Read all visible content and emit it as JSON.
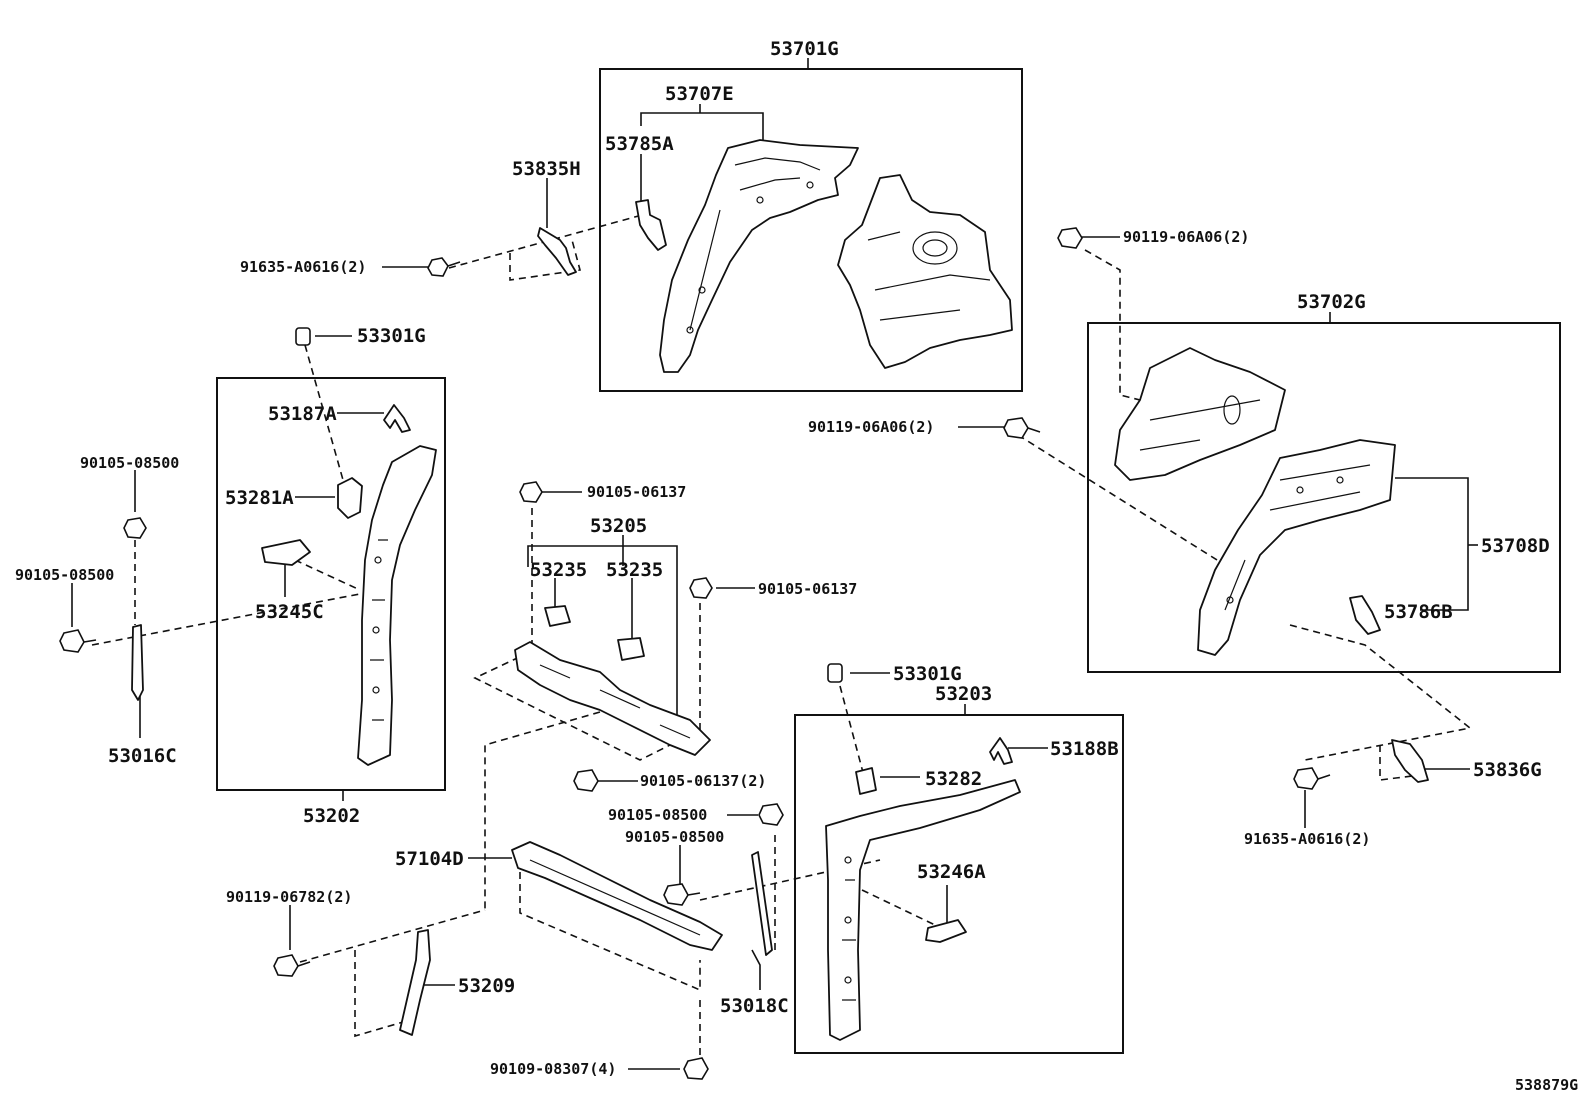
{
  "diagram_id": "538879G",
  "labels": {
    "l_53701G": "53701G",
    "l_53707E": "53707E",
    "l_53785A": "53785A",
    "l_53835H": "53835H",
    "l_91635_a": "91635-A0616(2)",
    "l_53301G_a": "53301G",
    "l_53187A": "53187A",
    "l_53281A": "53281A",
    "l_53245C": "53245C",
    "l_53202": "53202",
    "l_90105_08500_a": "90105-08500",
    "l_90105_08500_b": "90105-08500",
    "l_53016C": "53016C",
    "l_90105_06137_a": "90105-06137",
    "l_53205": "53205",
    "l_53235_a": "53235",
    "l_53235_b": "53235",
    "l_90105_06137_b": "90105-06137",
    "l_90105_06137_2": "90105-06137(2)",
    "l_90105_08500_c": "90105-08500",
    "l_90105_08500_d": "90105-08500",
    "l_57104D": "57104D",
    "l_90119_06782": "90119-06782(2)",
    "l_53209": "53209",
    "l_53018C": "53018C",
    "l_90109_08307": "90109-08307(4)",
    "l_90119_06A06_a": "90119-06A06(2)",
    "l_53702G": "53702G",
    "l_90119_06A06_b": "90119-06A06(2)",
    "l_53708D": "53708D",
    "l_53786B": "53786B",
    "l_53301G_b": "53301G",
    "l_53203": "53203",
    "l_53188B": "53188B",
    "l_53282": "53282",
    "l_53246A": "53246A",
    "l_53836G": "53836G",
    "l_91635_b": "91635-A0616(2)"
  }
}
